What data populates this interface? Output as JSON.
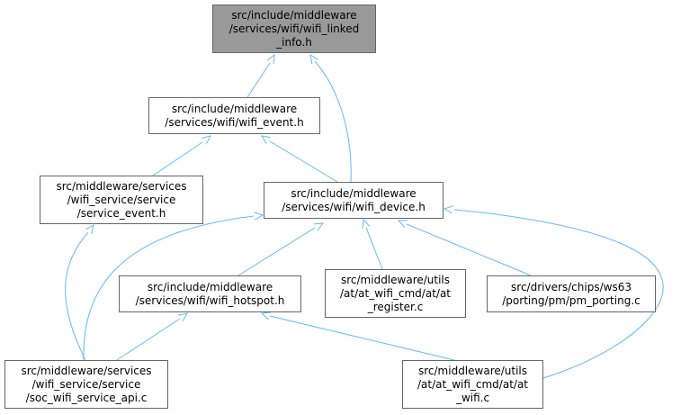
{
  "colors": {
    "edge": "#63b8ff",
    "root_fill": "#999999",
    "node_fill": "#ffffff",
    "node_border": "#666666"
  },
  "nodes": {
    "wifi_linked_info": {
      "lines": [
        "src/include/middleware",
        "/services/wifi/wifi_linked",
        "_info.h"
      ]
    },
    "wifi_event": {
      "lines": [
        "src/include/middleware",
        "/services/wifi/wifi_event.h"
      ]
    },
    "service_event": {
      "lines": [
        "src/middleware/services",
        "/wifi_service/service",
        "/service_event.h"
      ]
    },
    "wifi_device": {
      "lines": [
        "src/include/middleware",
        "/services/wifi/wifi_device.h"
      ]
    },
    "wifi_hotspot": {
      "lines": [
        "src/include/middleware",
        "/services/wifi/wifi_hotspot.h"
      ]
    },
    "at_register": {
      "lines": [
        "src/middleware/utils",
        "/at/at_wifi_cmd/at/at",
        "_register.c"
      ]
    },
    "pm_porting": {
      "lines": [
        "src/drivers/chips/ws63",
        "/porting/pm/pm_porting.c"
      ]
    },
    "soc_wifi_service_api": {
      "lines": [
        "src/middleware/services",
        "/wifi_service/service",
        "/soc_wifi_service_api.c"
      ]
    },
    "at_wifi": {
      "lines": [
        "src/middleware/utils",
        "/at/at_wifi_cmd/at/at",
        "_wifi.c"
      ]
    }
  }
}
